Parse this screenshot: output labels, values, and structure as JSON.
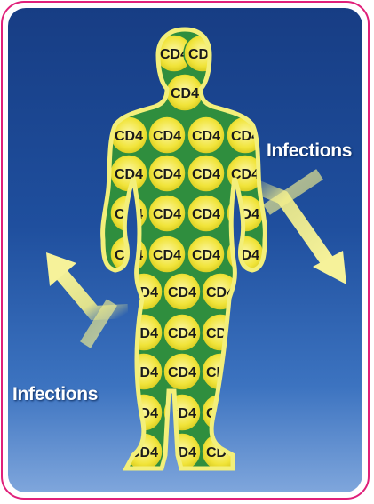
{
  "labels": {
    "top_right": "Infections",
    "bottom_left": "Infections"
  },
  "cell_text": "CD4",
  "colors": {
    "frame": "#e0207a",
    "background_top": "#173d84",
    "background_bottom": "#7fa6dc",
    "body_fill": "#f3ef7a",
    "cell_fill": "#f4e93a",
    "cell_border": "#2f8e3e",
    "arrow": "#f4f08a"
  }
}
